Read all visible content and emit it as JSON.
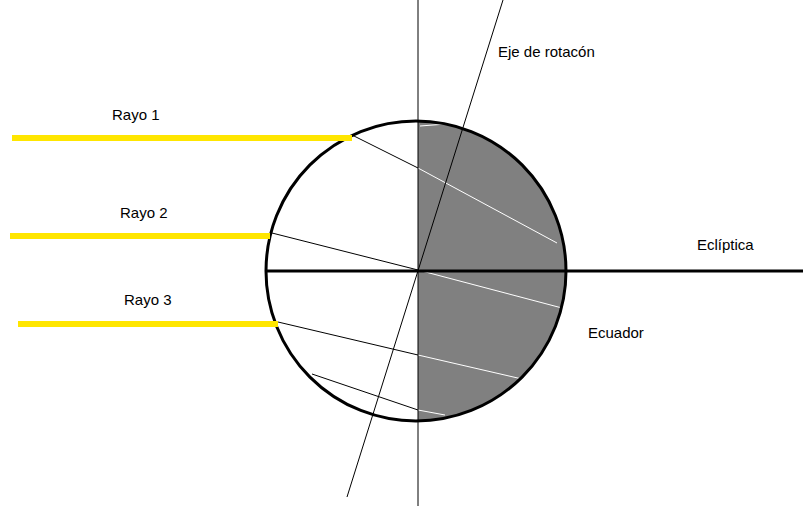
{
  "diagram": {
    "labels": [
      "Rayo 1",
      "Rayo 2",
      "Rayo 3",
      "Eje de rotacón",
      "Eclíptica",
      "Ecuador"
    ]
  }
}
